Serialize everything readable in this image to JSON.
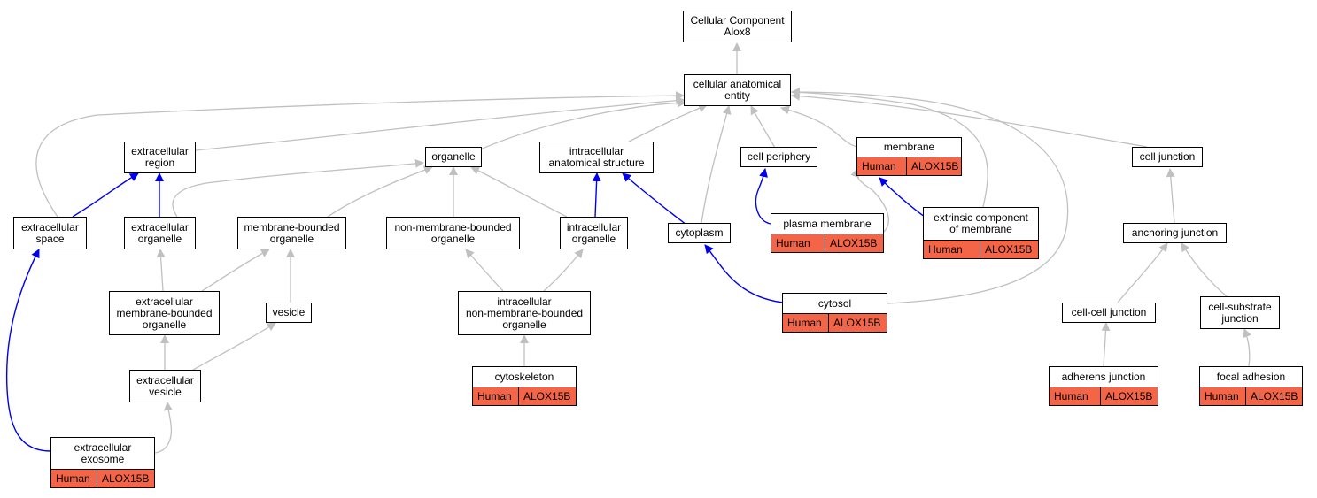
{
  "colors": {
    "highlight": "#f46447",
    "direct_edge": "#0000ee",
    "inferred_edge": "#c0c0c0"
  },
  "nodes": {
    "root": {
      "label": "Cellular Component\nAlox8"
    },
    "cae": {
      "label": "cellular anatomical\nentity"
    },
    "er": {
      "label": "extracellular\nregion"
    },
    "org": {
      "label": "organelle"
    },
    "ias": {
      "label": "intracellular\nanatomical structure"
    },
    "cp": {
      "label": "cell periphery"
    },
    "mem": {
      "label": "membrane",
      "species": "Human",
      "gene": "ALOX15B"
    },
    "cj": {
      "label": "cell junction"
    },
    "es": {
      "label": "extracellular\nspace"
    },
    "eo": {
      "label": "extracellular\norganelle"
    },
    "mbo": {
      "label": "membrane-bounded\norganelle"
    },
    "nmbo": {
      "label": "non-membrane-bounded\norganelle"
    },
    "io": {
      "label": "intracellular\norganelle"
    },
    "cyto": {
      "label": "cytoplasm"
    },
    "pm": {
      "label": "plasma membrane",
      "species": "Human",
      "gene": "ALOX15B"
    },
    "ecm": {
      "label": "extrinsic component\nof membrane",
      "species": "Human",
      "gene": "ALOX15B"
    },
    "aj": {
      "label": "anchoring junction"
    },
    "embo": {
      "label": "extracellular\nmembrane-bounded\norganelle"
    },
    "ves": {
      "label": "vesicle"
    },
    "inmbo": {
      "label": "intracellular\nnon-membrane-bounded\norganelle"
    },
    "cytosol": {
      "label": "cytosol",
      "species": "Human",
      "gene": "ALOX15B"
    },
    "ccj": {
      "label": "cell-cell junction"
    },
    "csj": {
      "label": "cell-substrate\njunction"
    },
    "ev": {
      "label": "extracellular\nvesicle"
    },
    "csk": {
      "label": "cytoskeleton",
      "species": "Human",
      "gene": "ALOX15B"
    },
    "adj": {
      "label": "adherens junction",
      "species": "Human",
      "gene": "ALOX15B"
    },
    "fa": {
      "label": "focal adhesion",
      "species": "Human",
      "gene": "ALOX15B"
    },
    "exo": {
      "label": "extracellular\nexosome",
      "species": "Human",
      "gene": "ALOX15B"
    }
  }
}
